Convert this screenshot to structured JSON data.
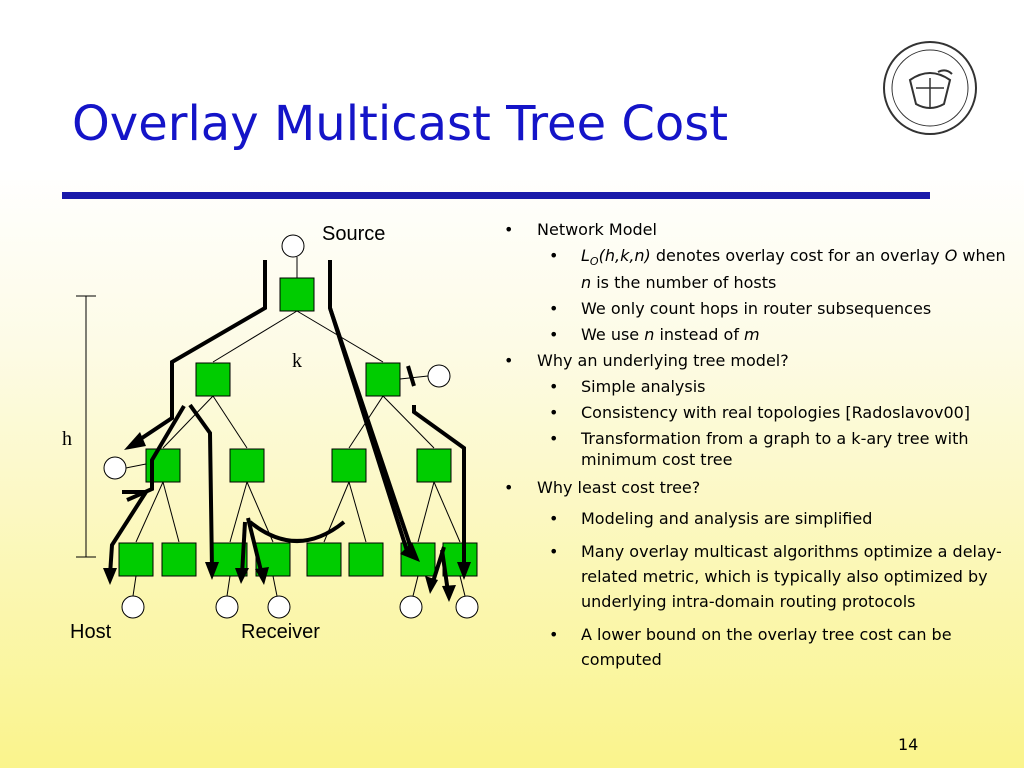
{
  "slide": {
    "title": "Overlay Multicast Tree Cost",
    "page_number": "14",
    "colors": {
      "title": "#1414c8",
      "rule": "#1a1aaa",
      "router": "#00cc00"
    }
  },
  "diagram": {
    "labels": {
      "source": "Source",
      "k": "k",
      "h": "h",
      "host": "Host",
      "receiver": "Receiver"
    }
  },
  "bullets": {
    "network_model": {
      "label": "Network Model",
      "items": {
        "lo": {
          "sym": "L",
          "sub": "O",
          "args": "(h,k,n)",
          "text1": " denotes overlay cost for an overlay ",
          "o": "O",
          "text2": " when ",
          "n": "n",
          "text3": " is the number of hosts"
        },
        "hops": "We only count hops in router subsequences",
        "use_n": {
          "pre": "We use ",
          "n": "n",
          "mid": " instead of ",
          "m": "m"
        }
      }
    },
    "why_tree": {
      "label": "Why an underlying tree model?",
      "items": [
        "Simple analysis",
        "Consistency with real topologies [Radoslavov00]",
        "Transformation from a graph to a k-ary tree with minimum cost tree"
      ]
    },
    "why_least": {
      "label": "Why least cost tree?",
      "items": [
        "Modeling and analysis are simplified",
        "Many overlay multicast algorithms optimize a delay-related metric, which is typically also optimized by underlying intra-domain routing protocols",
        "A lower bound on the overlay tree cost can be computed"
      ]
    }
  },
  "icons": {
    "logo": "university-seal-icon"
  }
}
